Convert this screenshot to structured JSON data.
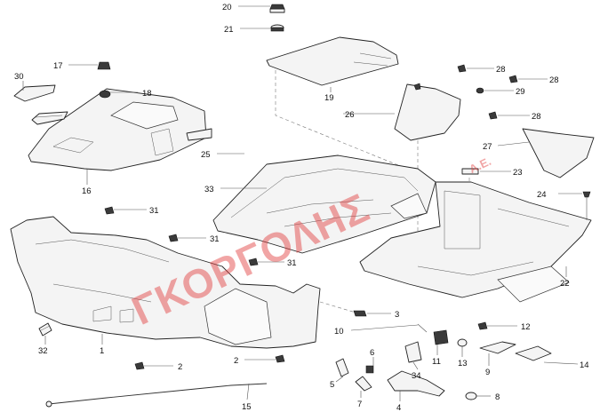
{
  "watermark": {
    "text": "ΓΚΟΡΓΟΛΗΣ",
    "suffix": "Α.Ε."
  },
  "callouts": {
    "c1": "1",
    "c2a": "2",
    "c2b": "2",
    "c3": "3",
    "c4": "4",
    "c5": "5",
    "c6": "6",
    "c7": "7",
    "c8": "8",
    "c9": "9",
    "c10": "10",
    "c11": "11",
    "c12": "12",
    "c13": "13",
    "c14": "14",
    "c15": "15",
    "c16": "16",
    "c17": "17",
    "c18": "18",
    "c19": "19",
    "c20": "20",
    "c21": "21",
    "c22": "22",
    "c23": "23",
    "c24": "24",
    "c25": "25",
    "c26": "26",
    "c27": "27",
    "c28a": "28",
    "c28b": "28",
    "c28c": "28",
    "c29": "29",
    "c30": "30",
    "c31a": "31",
    "c31b": "31",
    "c31c": "31",
    "c32": "32",
    "c33": "33",
    "c34": "34"
  },
  "colors": {
    "watermark": "#e23a3a",
    "lines": "#222222"
  }
}
